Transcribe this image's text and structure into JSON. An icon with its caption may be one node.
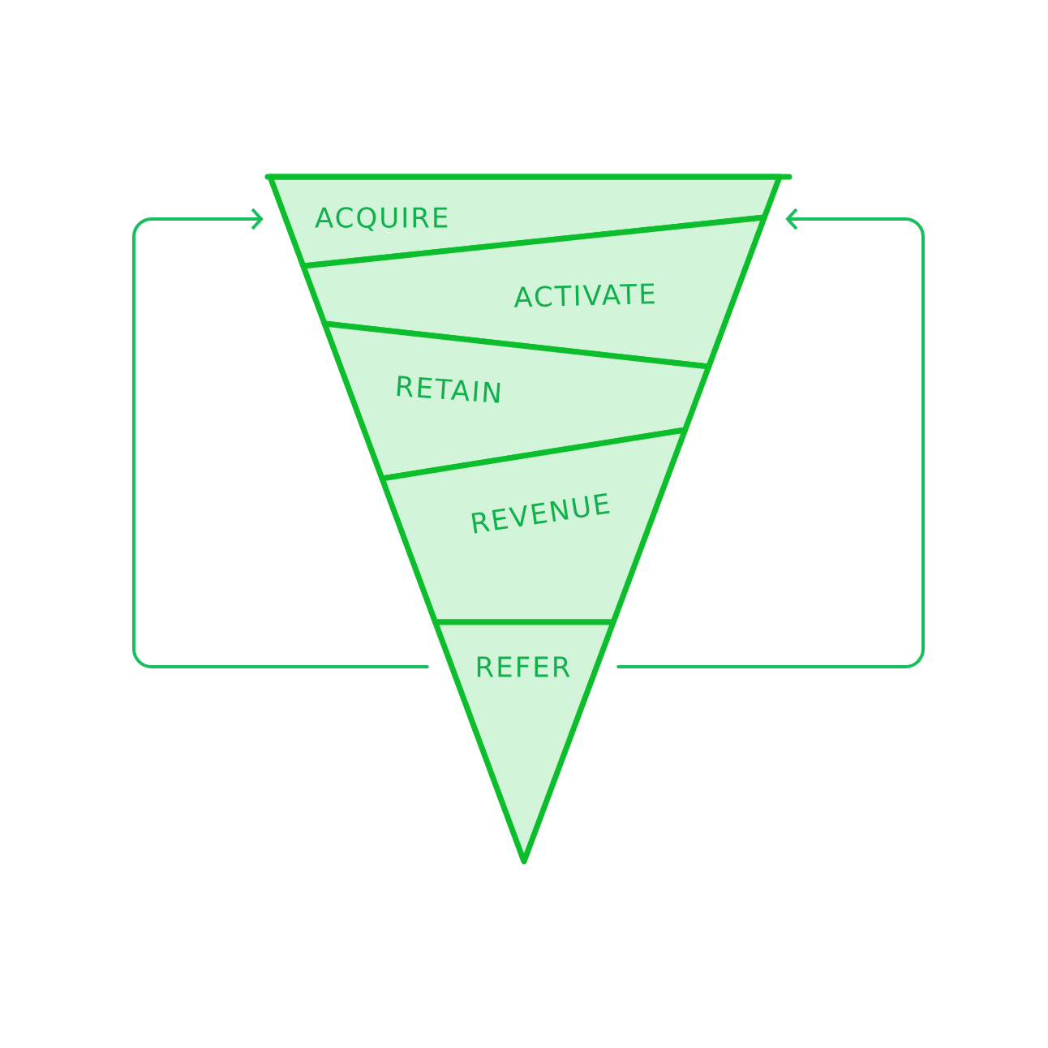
{
  "diagram": {
    "nodes": [
      {
        "text": [
          "ACQUIRE"
        ]
      },
      {
        "text": [
          "ACTIVATE"
        ]
      },
      {
        "text": [
          "RETAIN"
        ]
      },
      {
        "text": [
          "REVENUE"
        ]
      },
      {
        "text": [
          "REFER"
        ]
      }
    ],
    "edges": [
      {
        "from": 4,
        "to": 0,
        "arrow": "to"
      },
      {
        "from": 4,
        "to": 0,
        "arrow": "to"
      }
    ]
  }
}
